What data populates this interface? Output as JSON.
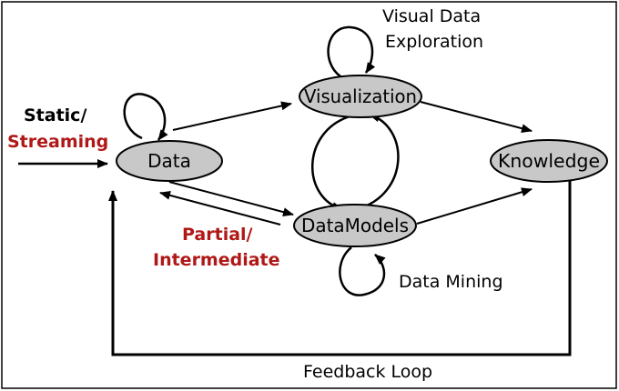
{
  "nodes": {
    "data": {
      "label": "Data"
    },
    "visualization": {
      "label": "Visualization"
    },
    "datamodels": {
      "label": "DataModels"
    },
    "knowledge": {
      "label": "Knowledge"
    }
  },
  "annotations": {
    "input_line1": "Static/",
    "input_line2": "Streaming",
    "visual_line1": "Visual Data",
    "visual_line2": "Exploration",
    "partial_line1": "Partial/",
    "partial_line2": "Intermediate",
    "data_mining": "Data Mining",
    "feedback": "Feedback Loop"
  },
  "colors": {
    "node_fill": "#c8c8c8",
    "stroke": "#000000",
    "accent_red": "#b01818",
    "text": "#000000"
  }
}
